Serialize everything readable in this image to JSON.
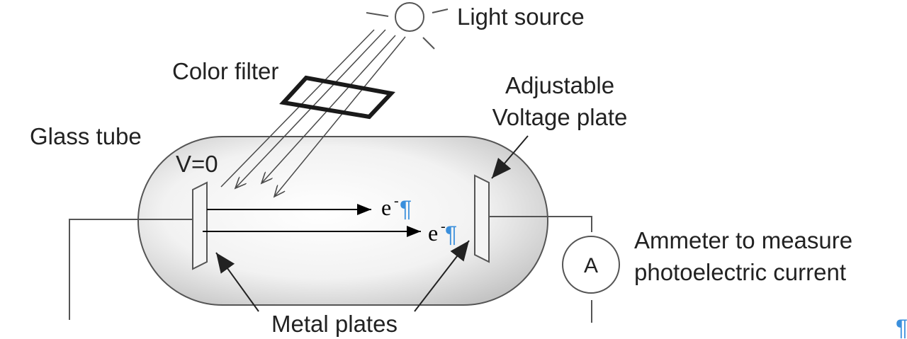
{
  "labels": {
    "light_source": "Light source",
    "color_filter": "Color filter",
    "adjustable_line1": "Adjustable",
    "adjustable_line2": "Voltage plate",
    "glass_tube": "Glass tube",
    "v_zero": "V=0",
    "electron_symbol": "e",
    "electron_charge": "-",
    "pilcrow": "¶",
    "ammeter_symbol": "A",
    "ammeter_line1": "Ammeter to measure",
    "ammeter_line2": "photoelectric current",
    "metal_plates": "Metal plates"
  },
  "colors": {
    "line": "#3a3a3a",
    "text": "#222222",
    "pilcrow": "#3a8fdc",
    "tube_light": "#ffffff",
    "tube_dark": "#c8c8c8"
  }
}
